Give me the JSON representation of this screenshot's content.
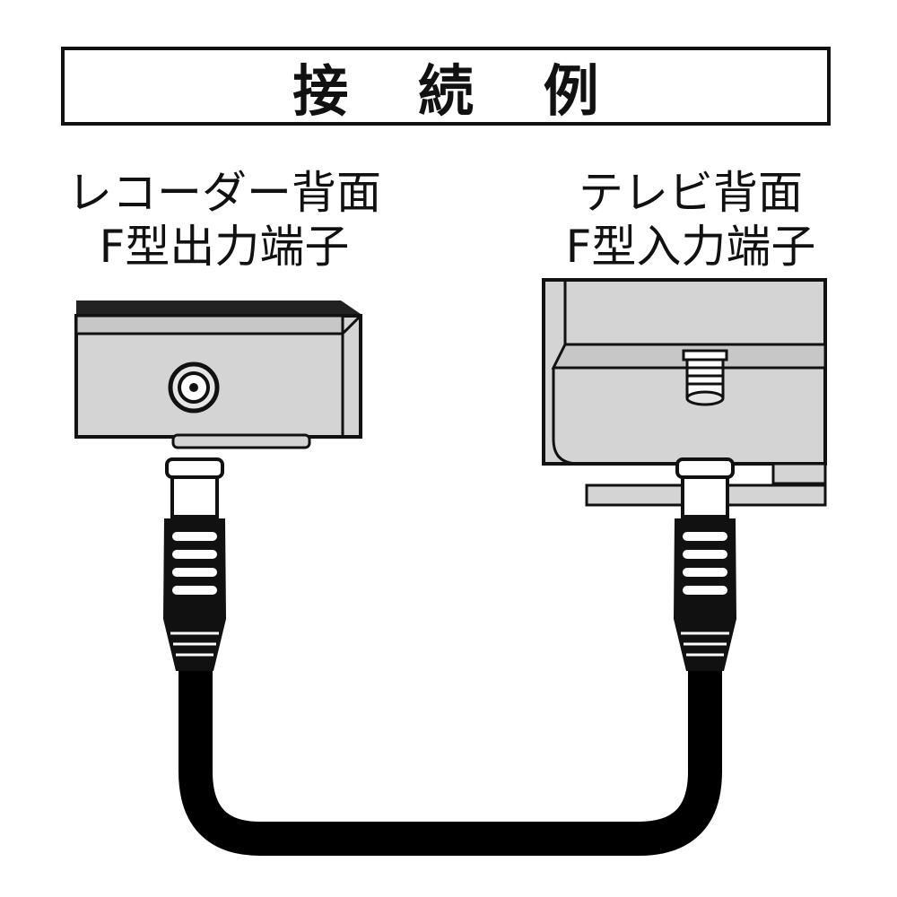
{
  "title": "接 続 例",
  "recorder": {
    "line1": "レコーダー背面",
    "line2": "F型出力端子"
  },
  "tv": {
    "line1": "テレビ背面",
    "line2": "F型入力端子"
  },
  "colors": {
    "device_fill": "#d4d4d4",
    "outline": "#111111",
    "cable": "#000000"
  }
}
